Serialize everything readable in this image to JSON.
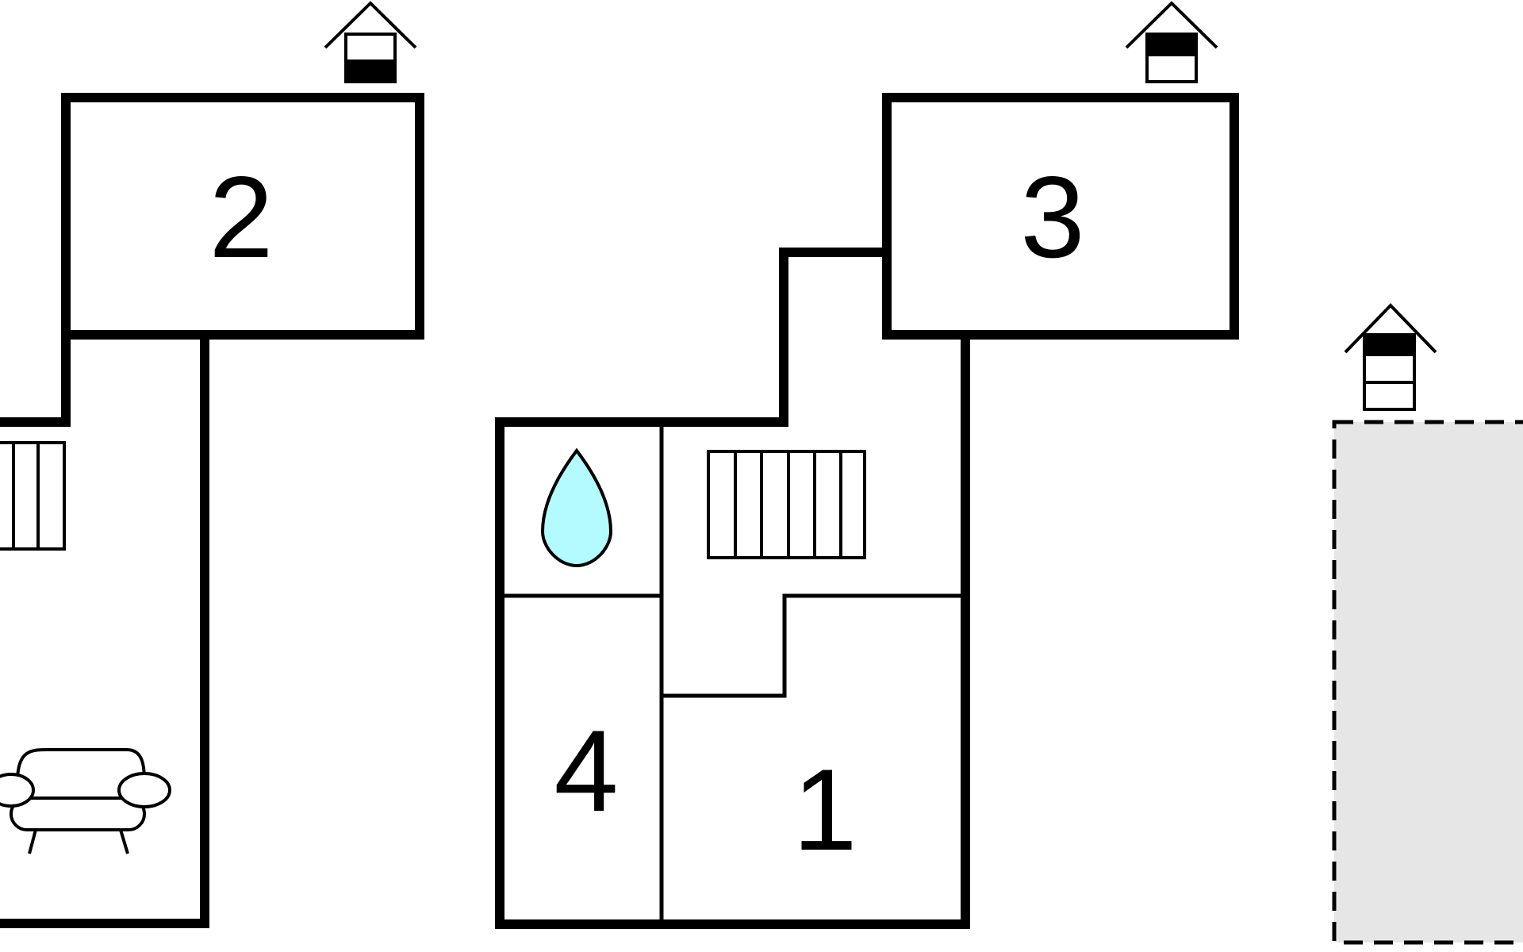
{
  "floorplan": {
    "rooms": [
      {
        "number": "1"
      },
      {
        "number": "2"
      },
      {
        "number": "3"
      },
      {
        "number": "4"
      }
    ],
    "icons": {
      "bedroom_markers": [
        "house-bed-icon",
        "house-bed-icon",
        "house-bed-icon"
      ],
      "bathroom": "water-drop-icon",
      "stairs": [
        "stairs-icon",
        "stairs-icon"
      ],
      "living_room": "sofa-icon",
      "outdoor_area": "dashed-terrace-area"
    },
    "colors": {
      "walls": "#000000",
      "water_drop": "#b3fbff",
      "outdoor_area_fill": "#e6e6e6"
    }
  }
}
